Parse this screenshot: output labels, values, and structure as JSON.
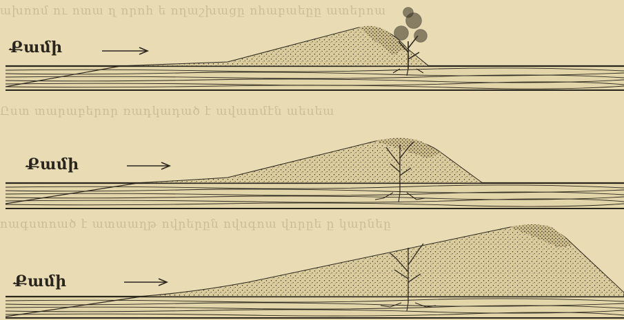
{
  "figure": {
    "panels": [
      {
        "stage": 1,
        "wind_label": "Քամի"
      },
      {
        "stage": 2,
        "wind_label": "Քամի"
      },
      {
        "stage": 3,
        "wind_label": "Քամի"
      }
    ],
    "colors": {
      "paper": "#e9dcb4",
      "ink": "#2a251c",
      "dune_fill": "#d9c99a"
    },
    "icons": [
      "wind-arrow-icon",
      "tree-icon",
      "sand-dune-icon",
      "ground-strata-icon"
    ]
  }
}
